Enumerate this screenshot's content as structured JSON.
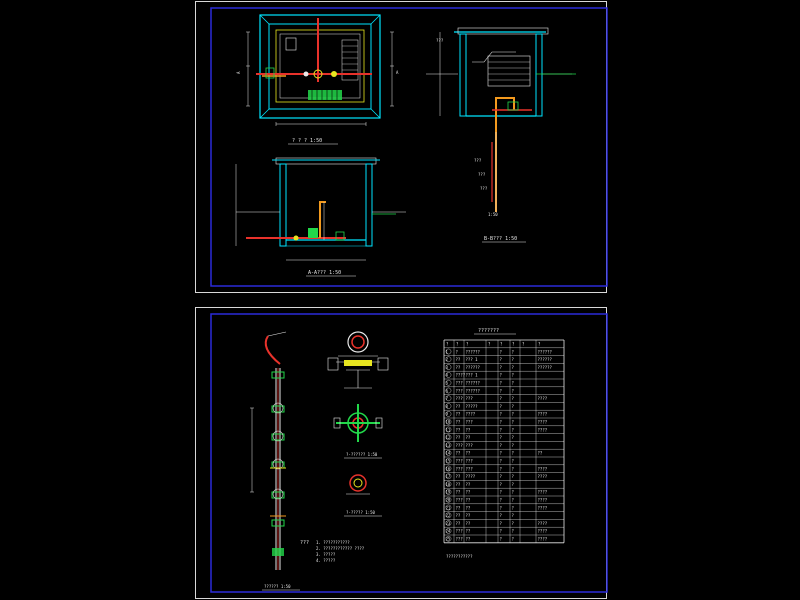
{
  "colors": {
    "background": "#000000",
    "frame_outer": "#d8d8d8",
    "frame_inner": "#2b2bd9",
    "wall_cyan": "#00e5ff",
    "pipe_red": "#e8322b",
    "pipe_orange": "#f39a1e",
    "green": "#22d84a",
    "yellow": "#e8e620",
    "white": "#e8e8e8",
    "magenta": "#e34bd6"
  },
  "sheet1": {
    "plan_title": "? ? ? 1:50",
    "section_a_title": "A-A??? 1:50",
    "section_b_title": "B-B??? 1:50",
    "annotation_1": "???",
    "annotation_2": "???",
    "annotation_3": "???",
    "annotation_4": "1:50"
  },
  "sheet2": {
    "table_title": "???????",
    "table_headers": [
      "?",
      "?",
      "?",
      "?",
      "?",
      "?",
      "?",
      "?"
    ],
    "table_rows": [
      [
        "1",
        "?",
        "??????",
        "?",
        "?",
        "??????"
      ],
      [
        "2",
        "??",
        "??? 1",
        "?",
        "?",
        "??????"
      ],
      [
        "3",
        "??",
        "??????",
        "?",
        "?",
        "??????"
      ],
      [
        "4",
        "????",
        "??? 1",
        "?",
        "?",
        ""
      ],
      [
        "5",
        "???",
        "??????",
        "?",
        "?",
        ""
      ],
      [
        "6",
        "???",
        "??????",
        "?",
        "?",
        ""
      ],
      [
        "7",
        "???",
        "???",
        "?",
        "?",
        "????"
      ],
      [
        "8",
        "??",
        "?????",
        "?",
        "?",
        ""
      ],
      [
        "9",
        "??",
        "????",
        "?",
        "?",
        "????"
      ],
      [
        "10",
        "??",
        "???",
        "?",
        "?",
        "????"
      ],
      [
        "11",
        "??",
        "??",
        "?",
        "?",
        "????"
      ],
      [
        "12",
        "??",
        "??",
        "?",
        "?",
        ""
      ],
      [
        "13",
        "???",
        "???",
        "?",
        "?",
        ""
      ],
      [
        "14",
        "??",
        "??",
        "?",
        "?",
        "??"
      ],
      [
        "15",
        "???",
        "???",
        "?",
        "?",
        ""
      ],
      [
        "16",
        "???",
        "???",
        "?",
        "?",
        "????"
      ],
      [
        "17",
        "??",
        "????",
        "?",
        "?",
        "????"
      ],
      [
        "18",
        "??",
        "??",
        "?",
        "?",
        ""
      ],
      [
        "19",
        "??",
        "??",
        "?",
        "?",
        "????"
      ],
      [
        "20",
        "???",
        "??",
        "?",
        "?",
        "????"
      ],
      [
        "21",
        "??",
        "??",
        "?",
        "?",
        "????"
      ],
      [
        "22",
        "??",
        "??",
        "?",
        "?",
        ""
      ],
      [
        "23",
        "??",
        "??",
        "?",
        "?",
        "????"
      ],
      [
        "24",
        "???",
        "??",
        "?",
        "?",
        "????"
      ],
      [
        "25",
        "???",
        "??",
        "?",
        "?",
        "????"
      ]
    ],
    "table_note": "???????????",
    "detail_1_title": "?-?????? 1:50",
    "detail_2_title": "?-????? 1:50",
    "elevation_title": "?????? 1:50",
    "notes_label": "???",
    "notes": [
      "1. ???????????",
      "2. ???????????? ????",
      "3. ?????",
      "4. ?????"
    ]
  }
}
